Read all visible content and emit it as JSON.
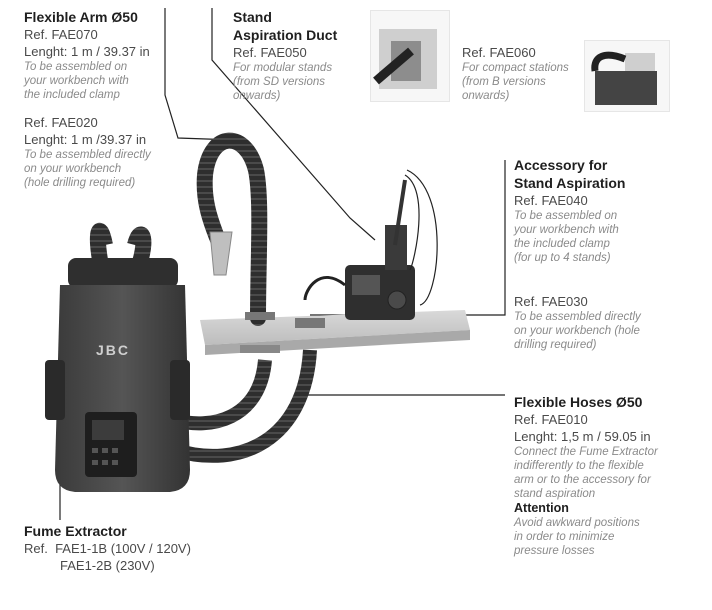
{
  "flexible_arm": {
    "title": "Flexible Arm Ø50",
    "ref1": "Ref. FAE070",
    "len1": "Lenght: 1 m / 39.37 in",
    "note1": [
      "To be assembled on",
      "your workbench with",
      "the included clamp"
    ],
    "ref2": "Ref. FAE020",
    "len2": "Lenght: 1 m /39.37 in",
    "note2": [
      "To be assembled directly",
      "on your workbench",
      "(hole drilling required)"
    ]
  },
  "stand_duct": {
    "title1": "Stand",
    "title2": "Aspiration Duct",
    "ref": "Ref. FAE050",
    "note": [
      "For modular stands",
      "(from SD versions",
      "onwards)"
    ]
  },
  "compact": {
    "ref": "Ref. FAE060",
    "note": [
      "For compact stations",
      "(from B versions",
      "onwards)"
    ]
  },
  "accessory": {
    "title1": "Accessory for",
    "title2": "Stand Aspiration",
    "ref1": "Ref. FAE040",
    "note1": [
      "To be assembled on",
      "your workbench with",
      "the included clamp",
      "(for up to 4 stands)"
    ],
    "ref2": "Ref. FAE030",
    "note2": [
      "To be assembled directly",
      "on your workbench (hole",
      "drilling required)"
    ]
  },
  "hoses": {
    "title": "Flexible Hoses Ø50",
    "ref": "Ref. FAE010",
    "len": "Lenght: 1,5 m / 59.05 in",
    "note": [
      "Connect the Fume Extractor",
      "indifferently to the flexible",
      "arm or to the accessory for",
      "stand aspiration"
    ],
    "attention": "Attention",
    "attention_note": [
      "Avoid awkward positions",
      "in order to minimize",
      "pressure losses"
    ]
  },
  "extractor": {
    "title": "Fume Extractor",
    "ref1": "Ref.  FAE1-1B (100V / 120V)",
    "ref2": "FAE1-2B (230V)",
    "brand": "JBC"
  }
}
